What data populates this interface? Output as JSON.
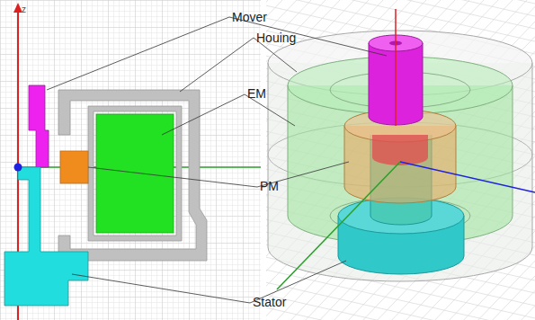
{
  "diagram": {
    "labels": [
      "z",
      "Mover",
      "Houing",
      "EM",
      "PM",
      "Stator"
    ]
  }
}
